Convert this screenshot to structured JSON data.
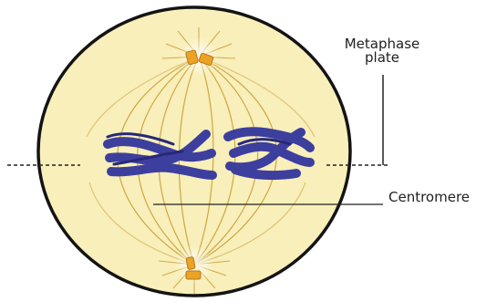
{
  "labels": {
    "metaphase_line1": "Metaphase",
    "metaphase_line2": "plate",
    "centromere": "Centromere"
  },
  "colors": {
    "cell_fill": "#f8efba",
    "cell_outline": "#141414",
    "chromosome": "#3d3f9e",
    "chromosome_dark": "#262878",
    "spindle": "#c99a2e",
    "centriole": "#eba326",
    "guide_line": "#222222"
  }
}
